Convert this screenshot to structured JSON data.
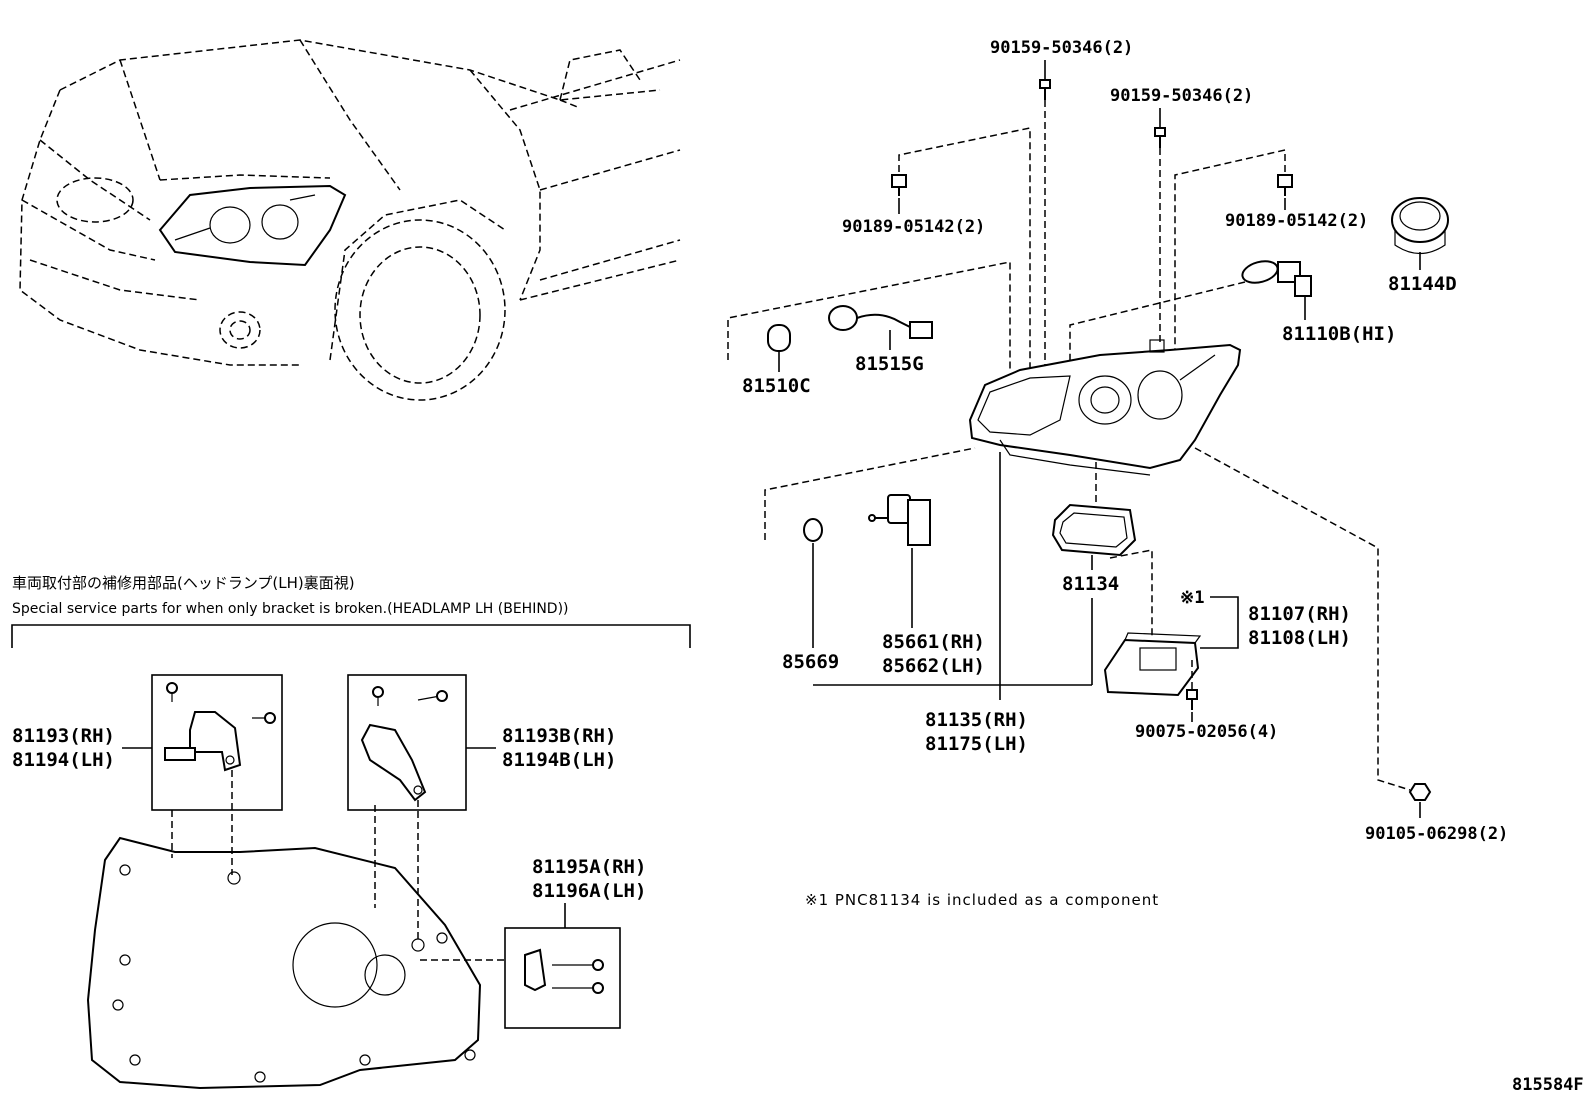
{
  "labels": {
    "p90159a": "90159-50346(2)",
    "p90159b": "90159-50346(2)",
    "p90189a": "90189-05142(2)",
    "p90189b": "90189-05142(2)",
    "p81144D": "81144D",
    "p81110B": "81110B(HI)",
    "p81510C": "81510C",
    "p81515G": "81515G",
    "p81134": "81134",
    "p85669": "85669",
    "p85661": "85661(RH)",
    "p85662": "85662(LH)",
    "p81135": "81135(RH)",
    "p81175": "81175(LH)",
    "mark1": "※1",
    "p81107": "81107(RH)",
    "p81108": "81108(LH)",
    "p90075": "90075-02056(4)",
    "p90105": "90105-06298(2)",
    "note": "※1 PNC81134 is included as a component",
    "p81193": "81193(RH)",
    "p81194": "81194(LH)",
    "p81193B": "81193B(RH)",
    "p81194B": "81194B(LH)",
    "p81195A": "81195A(RH)",
    "p81196A": "81196A(LH)",
    "figure_code": "815584F"
  },
  "special": {
    "title_jp": "車両取付部の補修用部品(ヘッドランプ(LH)裏面視)",
    "title_en": "Special service parts for when only bracket is broken.(HEADLAMP LH (BEHIND))"
  }
}
